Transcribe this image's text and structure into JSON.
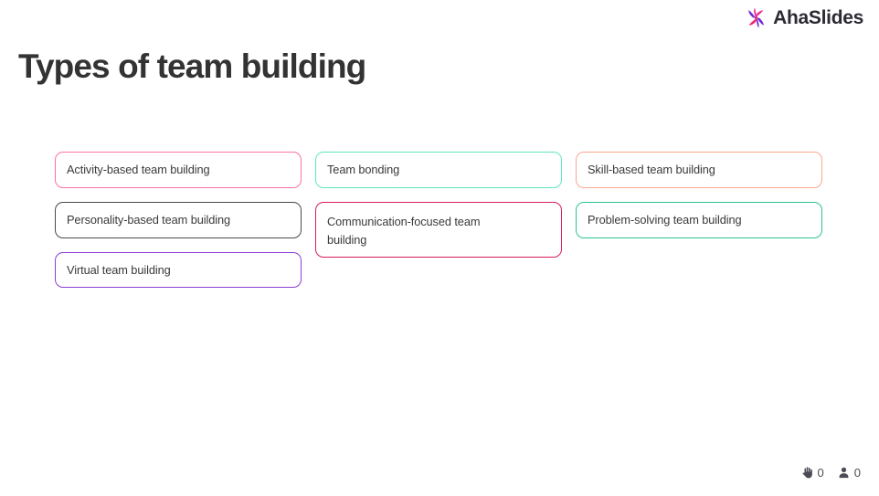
{
  "brand": {
    "name": "AhaSlides",
    "logo_icon": "sparkle-burst-icon",
    "colors": {
      "logo_pink": "#F0246F",
      "logo_magenta": "#E8368F",
      "logo_purple": "#6C2BD9",
      "wordmark": "#2B2B33"
    }
  },
  "slide": {
    "title": "Types of team building",
    "title_color": "#333333",
    "background": "#FFFFFF"
  },
  "board": {
    "columns": [
      {
        "cards": [
          {
            "label": "Activity-based team building",
            "border_color": "#FF6FA8",
            "lines": 1
          },
          {
            "label": "Personality-based team building",
            "border_color": "#4A4A4A",
            "lines": 1
          },
          {
            "label": "Virtual team building",
            "border_color": "#8B3FD6",
            "lines": 1
          }
        ]
      },
      {
        "cards": [
          {
            "label": "Team bonding",
            "border_color": "#5FE8C0",
            "lines": 1
          },
          {
            "label": "Communication-focused team building",
            "border_color": "#D81E5B",
            "lines": 2
          }
        ]
      },
      {
        "cards": [
          {
            "label": "Skill-based team building",
            "border_color": "#F9A78E",
            "lines": 1
          },
          {
            "label": "Problem-solving team building",
            "border_color": "#2BC48A",
            "lines": 1
          }
        ]
      }
    ]
  },
  "footer": {
    "stats": [
      {
        "icon": "raised-hand-icon",
        "count": "0"
      },
      {
        "icon": "person-icon",
        "count": "0"
      }
    ]
  }
}
